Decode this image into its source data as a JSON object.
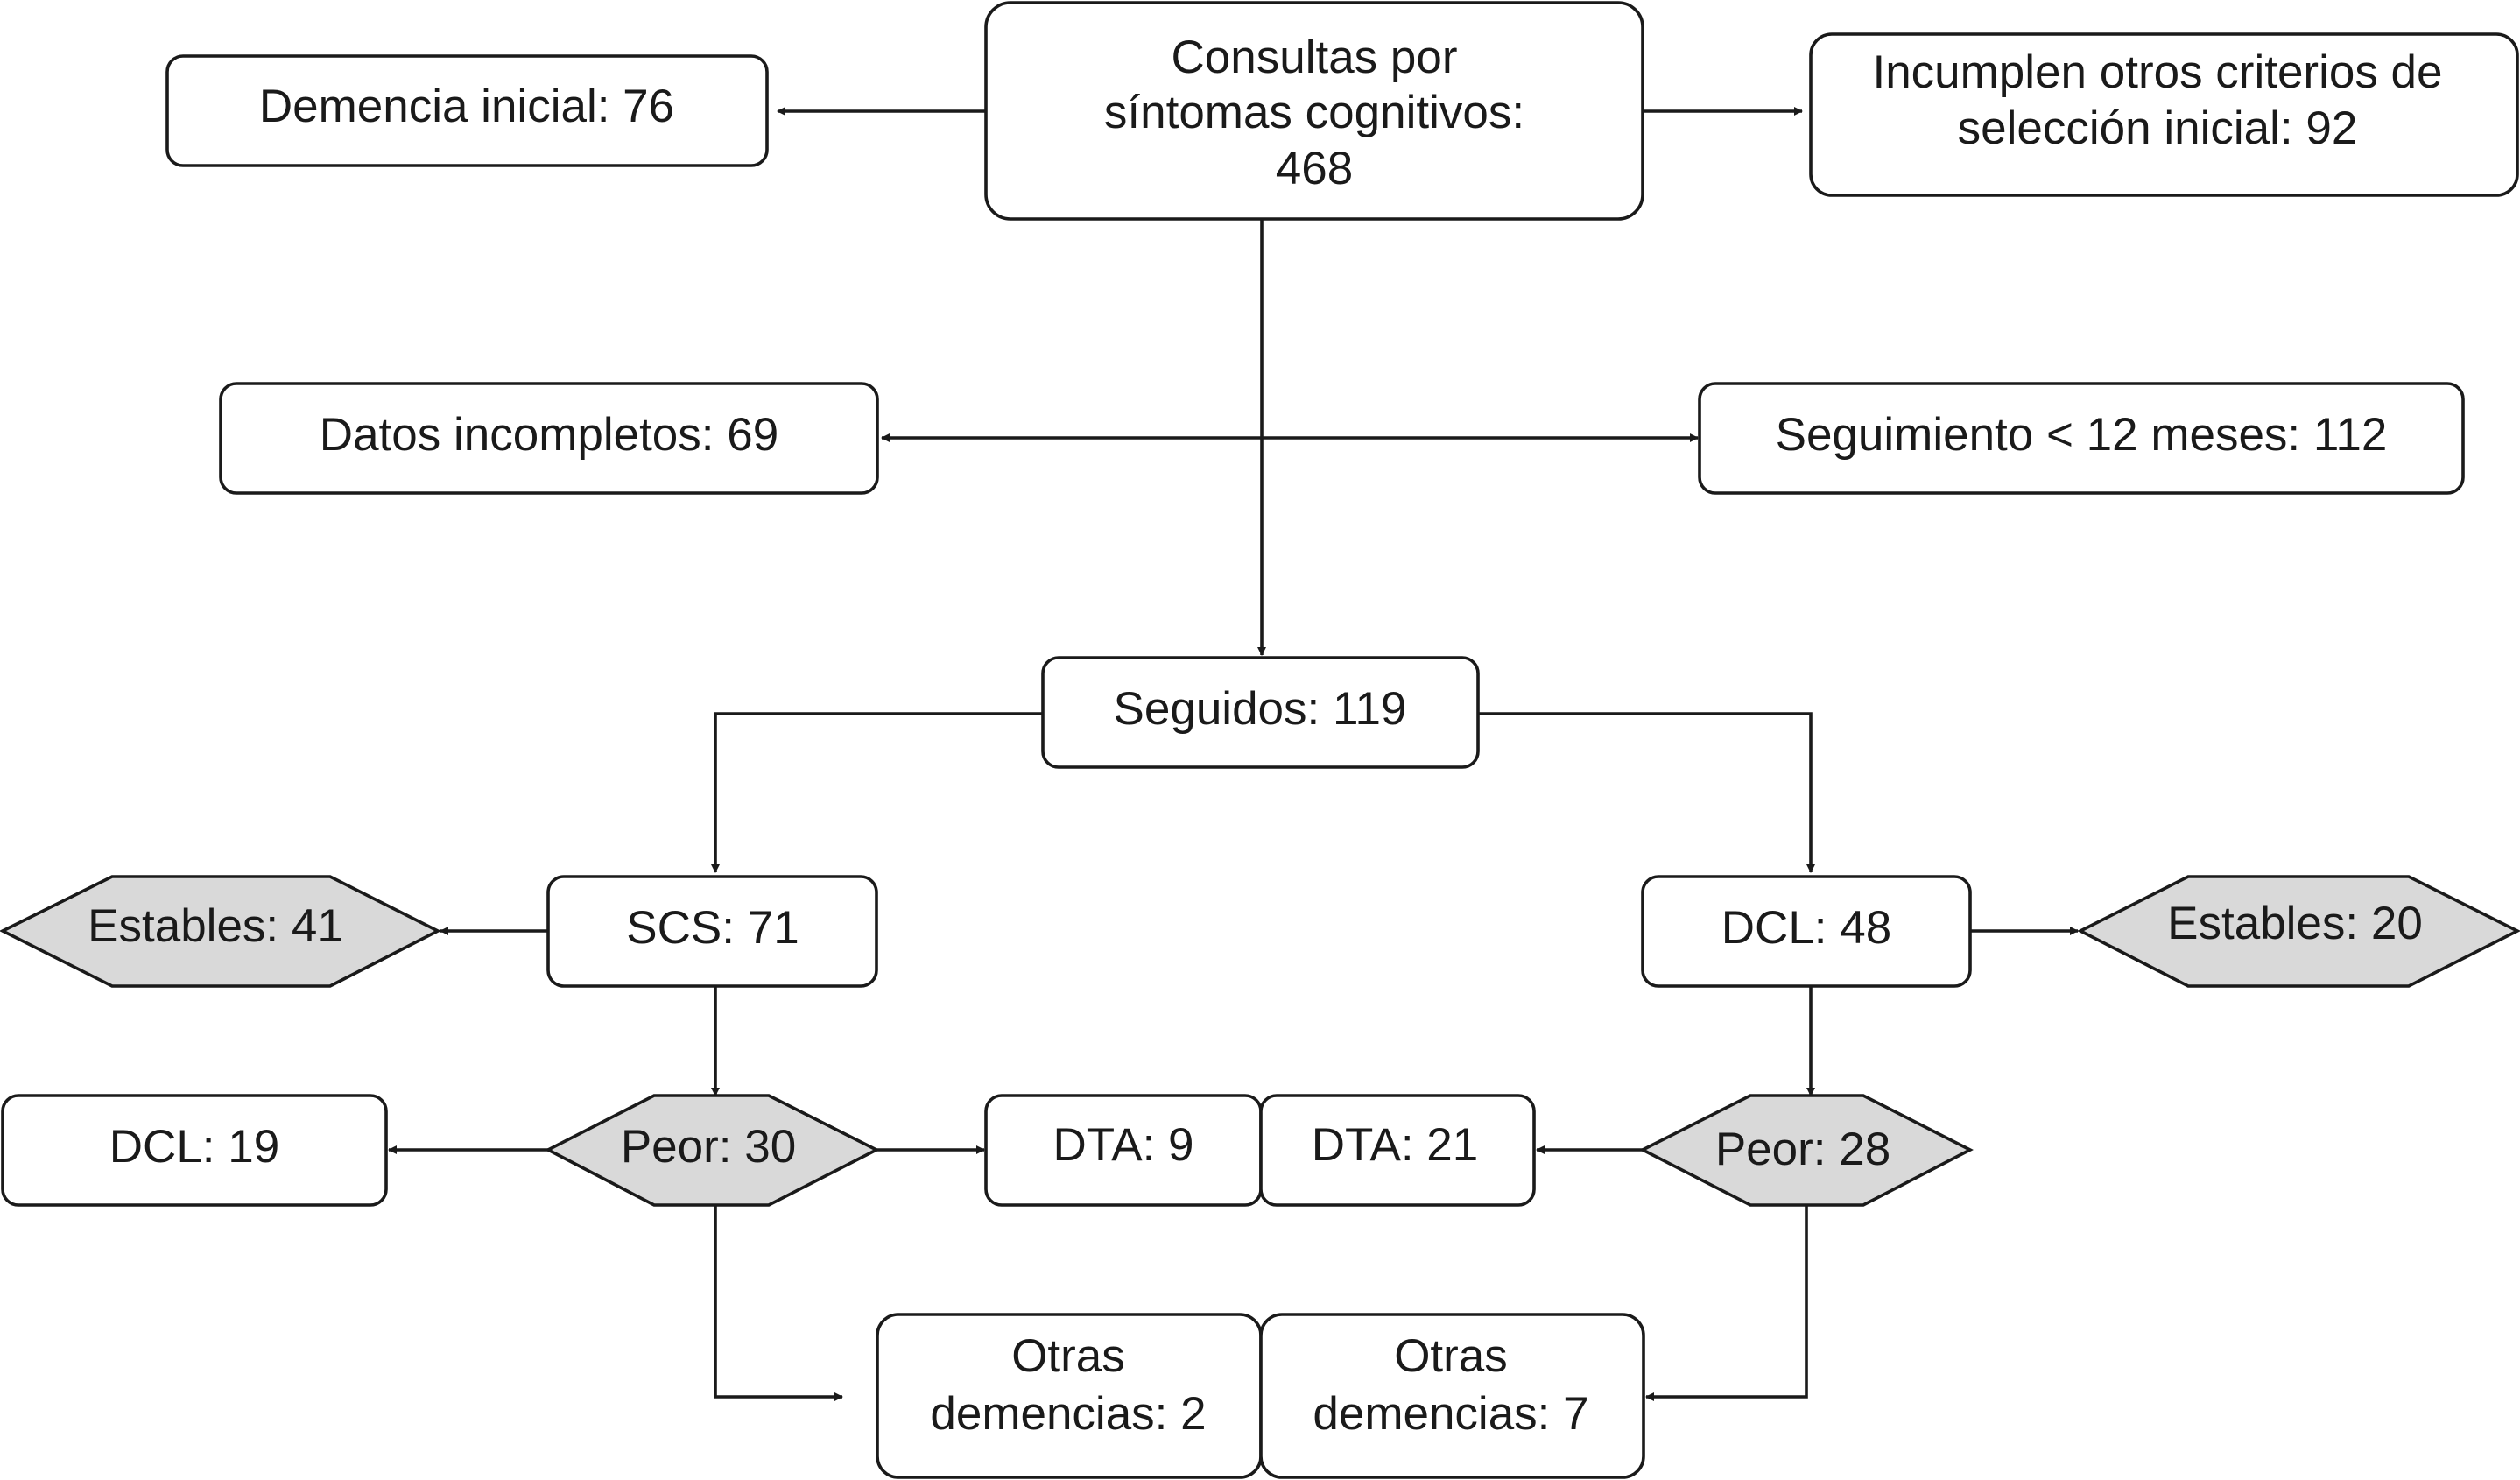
{
  "nodes": {
    "consultas": {
      "lines": [
        "Consultas por",
        "síntomas cognitivos:",
        "468"
      ]
    },
    "demencia_inicial": {
      "lines": [
        "Demencia inicial: 76"
      ]
    },
    "incumplen": {
      "lines": [
        "Incumplen otros criterios de",
        "selección inicial: 92"
      ]
    },
    "datos_incompletos": {
      "lines": [
        "Datos incompletos: 69"
      ]
    },
    "seguimiento": {
      "lines": [
        "Seguimiento < 12 meses: 112"
      ]
    },
    "seguidos": {
      "lines": [
        "Seguidos: 119"
      ]
    },
    "scs": {
      "lines": [
        "SCS: 71"
      ]
    },
    "dcl_48": {
      "lines": [
        "DCL: 48"
      ]
    },
    "estables_41": {
      "lines": [
        "Estables: 41"
      ]
    },
    "estables_20": {
      "lines": [
        "Estables: 20"
      ]
    },
    "peor_30": {
      "lines": [
        "Peor: 30"
      ]
    },
    "peor_28": {
      "lines": [
        "Peor: 28"
      ]
    },
    "dcl_19": {
      "lines": [
        "DCL: 19"
      ]
    },
    "dta_9": {
      "lines": [
        "DTA: 9"
      ]
    },
    "dta_21": {
      "lines": [
        "DTA: 21"
      ]
    },
    "otras_2": {
      "lines": [
        "Otras",
        "demencias: 2"
      ]
    },
    "otras_7": {
      "lines": [
        "Otras",
        "demencias: 7"
      ]
    }
  }
}
